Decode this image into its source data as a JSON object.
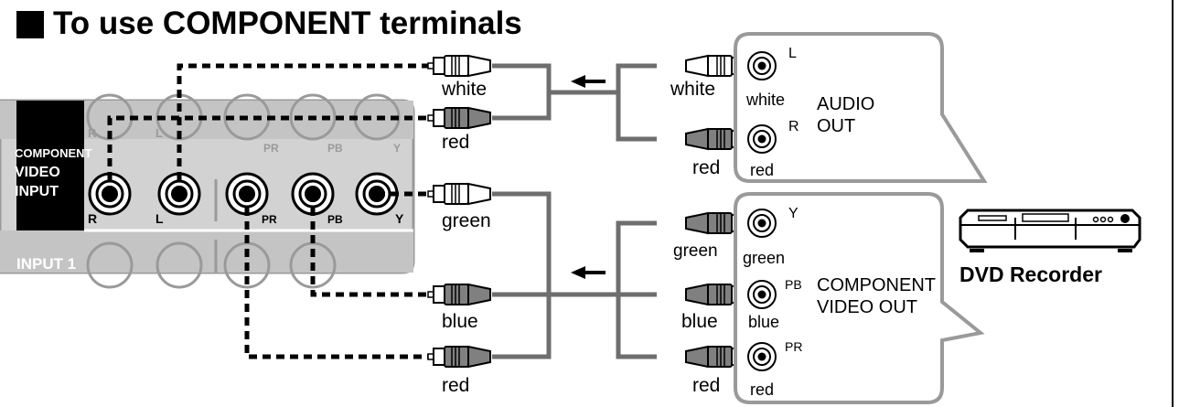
{
  "title": "To use COMPONENT terminals",
  "tv_panel": {
    "group_label": [
      "COMPONENT",
      "VIDEO",
      "INPUT"
    ],
    "input_label": "INPUT 1",
    "top_jack_labels": [
      "R",
      "L",
      "PR",
      "PB",
      "Y"
    ],
    "jack_labels": [
      "R",
      "L",
      "PR",
      "PB",
      "Y"
    ]
  },
  "cables_left": {
    "audio": [
      "white",
      "red"
    ],
    "video": [
      "green",
      "blue",
      "red"
    ]
  },
  "cables_right": {
    "audio": [
      "white",
      "red"
    ],
    "video": [
      "green",
      "blue",
      "red"
    ]
  },
  "audio_out": {
    "title": [
      "AUDIO",
      "OUT"
    ],
    "jacks": [
      {
        "tag": "L",
        "color_word": "white"
      },
      {
        "tag": "R",
        "color_word": "red"
      }
    ]
  },
  "video_out": {
    "title": [
      "COMPONENT",
      "VIDEO OUT"
    ],
    "jacks": [
      {
        "tag": "Y",
        "color_word": "green"
      },
      {
        "tag": "PB",
        "color_word": "blue"
      },
      {
        "tag": "PR",
        "color_word": "red"
      }
    ]
  },
  "device": {
    "label": "DVD Recorder"
  },
  "colors": {
    "cable": "#6e6e6e",
    "panel": "#d2d2d2",
    "panel_dark": "#bdbdbd",
    "ink": "#000000"
  }
}
